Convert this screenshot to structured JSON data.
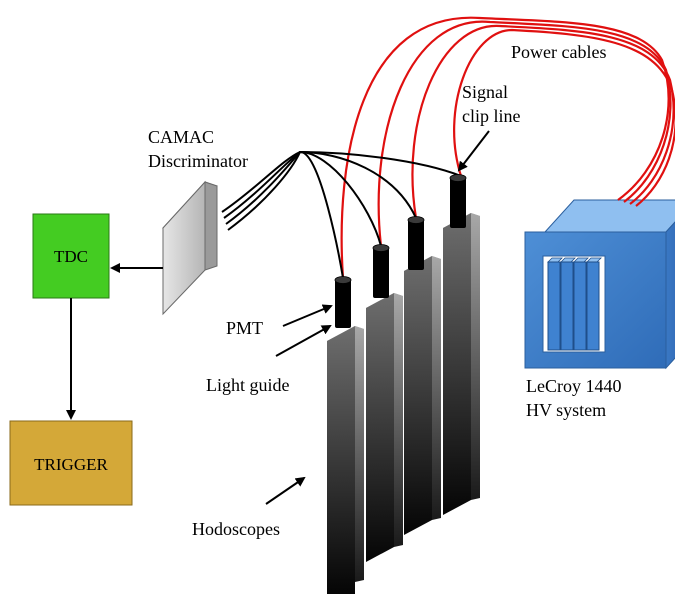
{
  "labels": {
    "power_cables": "Power cables",
    "signal_line1": "Signal",
    "signal_line2": "clip line",
    "camac_line1": "CAMAC",
    "camac_line2": "Discriminator",
    "tdc": "TDC",
    "trigger": "TRIGGER",
    "pmt": "PMT",
    "light_guide": "Light guide",
    "hodoscopes": "Hodoscopes",
    "hv_line1": "LeCroy 1440",
    "hv_line2": "HV system"
  },
  "colors": {
    "power_cable": "#e01010",
    "signal_cable": "#000000",
    "tdc_box": "#44cc22",
    "trigger_box": "#d4a838",
    "hv_box": "#4a90d9",
    "discriminator": "#c8c8c8",
    "pmt": "#000000"
  }
}
